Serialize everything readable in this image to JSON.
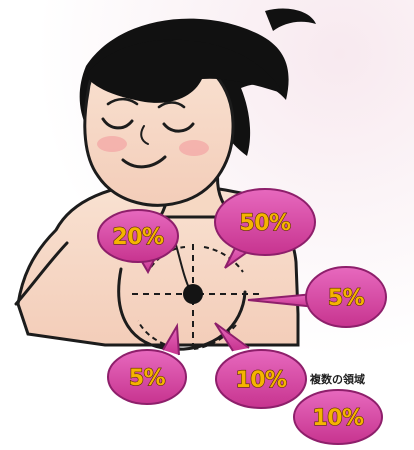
{
  "bubbles": {
    "upper_left": "20%",
    "upper_right": "50%",
    "outer_right": "5%",
    "lower_left": "5%",
    "lower_right": "10%",
    "multiple_regions": "10%"
  },
  "labels": {
    "multiple_regions": "複数の領域"
  },
  "colors": {
    "bubble_fill": "#d94ba6",
    "bubble_border": "#8e1f6b",
    "text_fill": "#f5b400",
    "skin": "#f8dbc6",
    "hair": "#111111",
    "nipple": "#141414"
  }
}
